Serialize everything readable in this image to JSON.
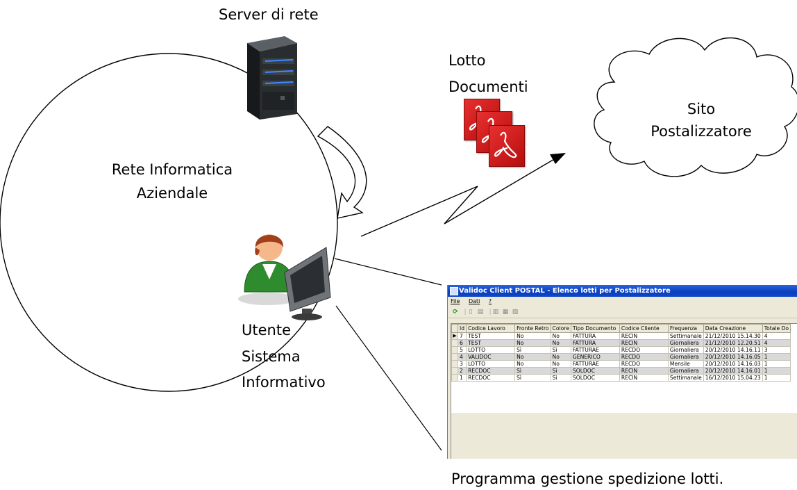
{
  "labels": {
    "server": "Server di rete",
    "lotto_line1": "Lotto",
    "lotto_line2": "Documenti",
    "sito_line1": "Sito",
    "sito_line2": "Postalizzatore",
    "rete_line1": "Rete Informatica",
    "rete_line2": "Aziendale",
    "utente_line1": "Utente",
    "utente_line2": "Sistema",
    "utente_line3": "Informativo",
    "caption": "Programma gestione spedizione lotti."
  },
  "app": {
    "title": "Validoc Client POSTAL - Elenco lotti per Postalizzatore",
    "menu": [
      "File",
      "Dati",
      "?"
    ],
    "columns": [
      "Id",
      "Codice Lavoro",
      "Fronte Retro",
      "Colore",
      "Tipo Documento",
      "Codice Cliente",
      "Frequenza",
      "Data Creazione",
      "Totale Do"
    ],
    "rows": [
      [
        "7",
        "TEST",
        "No",
        "No",
        "FATTURA",
        "RECIN",
        "Settimanale",
        "21/12/2010 15.14.30",
        "4"
      ],
      [
        "6",
        "TEST",
        "No",
        "No",
        "FATTURA",
        "RECIN",
        "Giornaliera",
        "21/12/2010 12.20.51",
        "4"
      ],
      [
        "5",
        "LOTTO",
        "Sì",
        "Sì",
        "FATTURAE",
        "RECDO",
        "Giornaliera",
        "20/12/2010 14.16.11",
        "3"
      ],
      [
        "4",
        "VALIDOC",
        "No",
        "No",
        "GENERICO",
        "RECDO",
        "Giornaliera",
        "20/12/2010 14.16.05",
        "1"
      ],
      [
        "3",
        "LOTTO",
        "No",
        "No",
        "FATTURAE",
        "RECDO",
        "Mensile",
        "20/12/2010 14.16.03",
        "1"
      ],
      [
        "2",
        "RECDOC",
        "Sì",
        "Sì",
        "SOLDOC",
        "RECIN",
        "Giornaliera",
        "20/12/2010 14.16.01",
        "1"
      ],
      [
        "1",
        "RECDOC",
        "Sì",
        "Sì",
        "SOLDOC",
        "RECIN",
        "Settimanale",
        "16/12/2010 15.04.23",
        "1"
      ]
    ]
  }
}
